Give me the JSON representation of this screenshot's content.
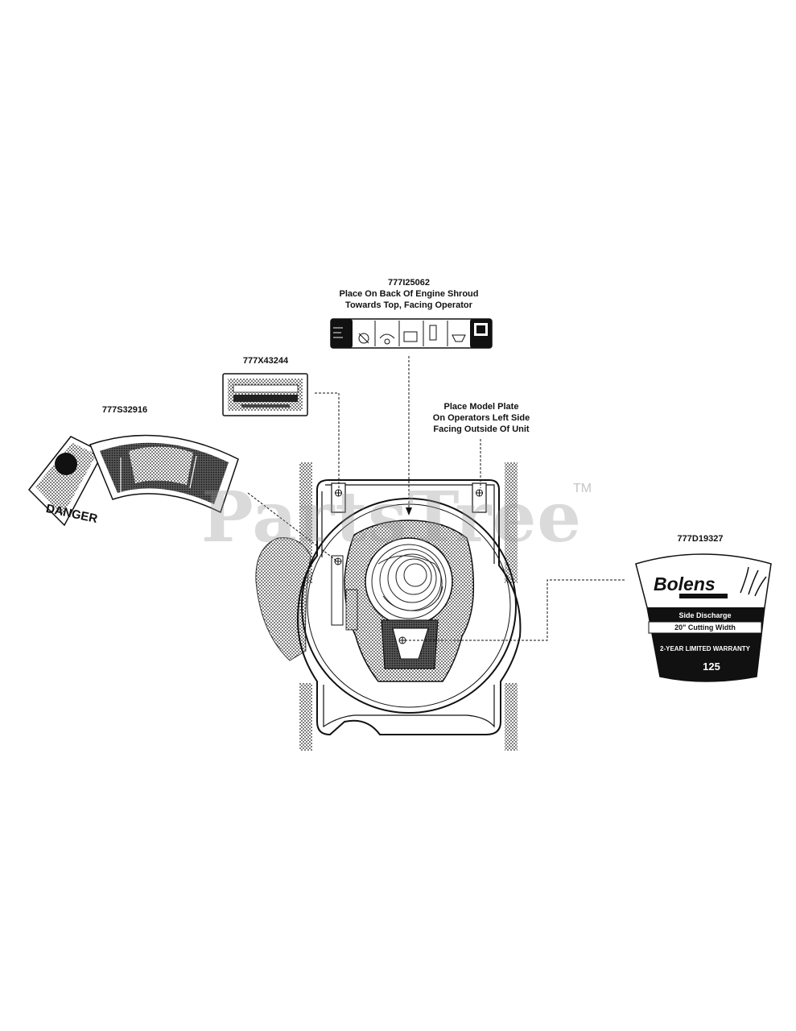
{
  "labels": {
    "engine_shroud": {
      "part_number": "777I25062",
      "line1": "Place On Back Of Engine Shroud",
      "line2": "Towards Top, Facing Operator"
    },
    "small_decal": {
      "part_number": "777X43244"
    },
    "danger_decal": {
      "part_number": "777S32916"
    },
    "model_plate": {
      "line1": "Place Model Plate",
      "line2": "On Operators Left Side",
      "line3": "Facing Outside Of Unit"
    },
    "bolens_decal": {
      "part_number": "777D19327",
      "brand": "Bolens",
      "row1": "Side Discharge",
      "row2": "20\" Cutting Width",
      "row3": "2-YEAR LIMITED WARRANTY",
      "row4": "125"
    }
  },
  "danger_decal_text": {
    "word": "DANGER"
  },
  "watermark": {
    "text": "PartsTree",
    "tm": "TM"
  },
  "colors": {
    "ink": "#111111",
    "halftone": "#9a9a9a",
    "watermark": "#bdbdbd"
  }
}
